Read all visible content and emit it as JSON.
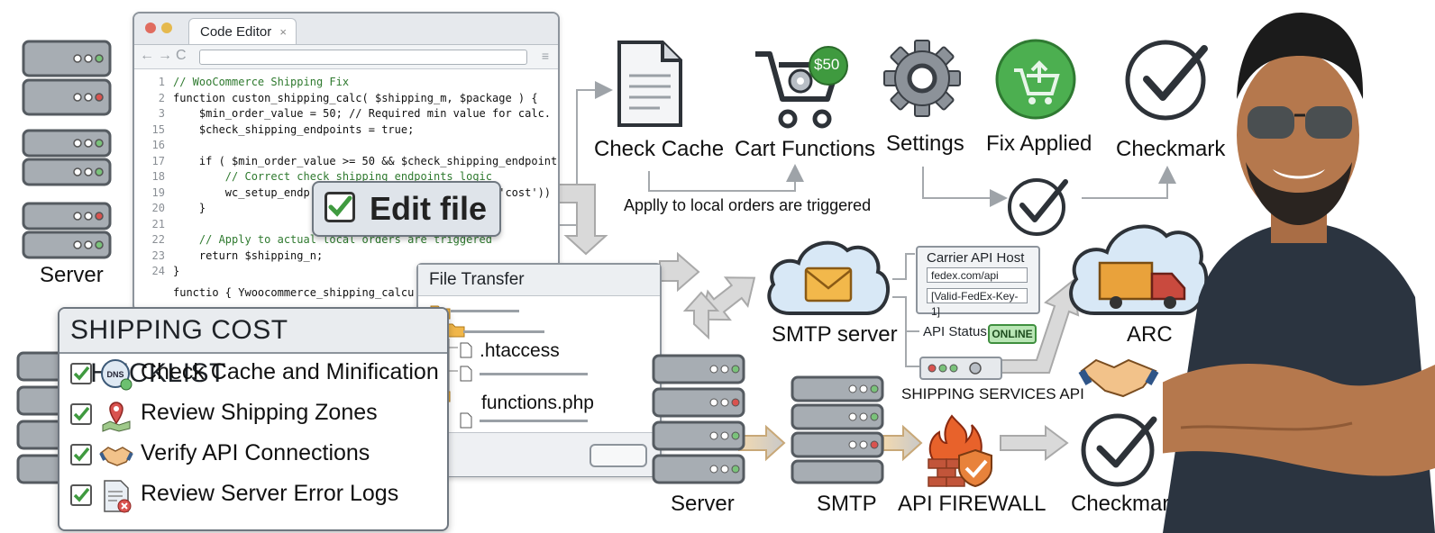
{
  "editor": {
    "tab_title": "Code Editor",
    "tab_close": "×",
    "nav_buttons": "←→C",
    "menu_glyph": "≡",
    "lines": [
      {
        "num": "1",
        "text": "// WooCommerce Shipping Fix",
        "comment": true
      },
      {
        "num": "2",
        "text": "function custon_shipping_calc( $shipping_m, $package ) {",
        "comment": false
      },
      {
        "num": "3",
        "text": "    $min_order_value = 50; // Required min value for calc.",
        "comment": false
      },
      {
        "num": "15",
        "text": "    $check_shipping_endpoints = true;",
        "comment": false
      },
      {
        "num": "16",
        "text": "",
        "comment": false
      },
      {
        "num": "17",
        "text": "    if ( $min_order_value >= 50 && $check_shipping_endpoint",
        "comment": false
      },
      {
        "num": "18",
        "text": "        // Correct check shipping endpoints logic",
        "comment": true
      },
      {
        "num": "19",
        "text": "        wc_setup_endp                             'cost'))",
        "comment": false
      },
      {
        "num": "20",
        "text": "    }",
        "comment": false
      },
      {
        "num": "21",
        "text": "",
        "comment": false
      },
      {
        "num": "22",
        "text": "    // Apply to actual local orders are triggered",
        "comment": true
      },
      {
        "num": "23",
        "text": "    return $shipping_n;",
        "comment": false
      },
      {
        "num": "24",
        "text": "}",
        "comment": false
      },
      {
        "num": "",
        "text": "functio { Ywoocommerce_shipping_calcu",
        "comment": false
      }
    ]
  },
  "edit_file": {
    "label": "Edit file"
  },
  "file_transfer": {
    "title": "File Transfer",
    "files": [
      ".htaccess",
      "functions.php"
    ]
  },
  "checklist": {
    "title": "SHIPPING COST CHECKLIST",
    "items": [
      {
        "label": "Check Cache and Minification",
        "icon": "dns-globe-icon",
        "icon_text": "DNS"
      },
      {
        "label": "Review Shipping Zones",
        "icon": "map-pin-icon"
      },
      {
        "label": "Verify API Connections",
        "icon": "handshake-icon"
      },
      {
        "label": "Review Server Error Logs",
        "icon": "error-log-file-icon"
      }
    ]
  },
  "diagram": {
    "server_top": "Server",
    "check_cache": "Check Cache",
    "cart_functions": "Cart Functions",
    "price_badge": "$50",
    "settings": "Settings",
    "fix_applied": "Fix Applied",
    "checkmark_top": "Checkmark",
    "trigger_note": "Applly to local orders are triggered",
    "smtp_server": "SMTP server",
    "carrier_title": "Carrier API Host",
    "carrier_host": "fedex.com/api",
    "carrier_key": "[Valid-FedEx-Key-1]",
    "api_status_label": "API Status:",
    "api_status_value": "ONLINE",
    "shipping_services_api": "SHIPPING SERVICES API",
    "arc": "ARC",
    "server_bottom": "Server",
    "smtp_bottom": "SMTP",
    "api_firewall": "API FIREWALL",
    "checkmark_bottom": "Checkmark"
  },
  "colors": {
    "accent_green": "#3f9a3f",
    "cloud_blue": "#d8e8f6",
    "truck_orange": "#e9a23b",
    "highlight": "#f5dcaa",
    "shirt": "#2b3440"
  }
}
